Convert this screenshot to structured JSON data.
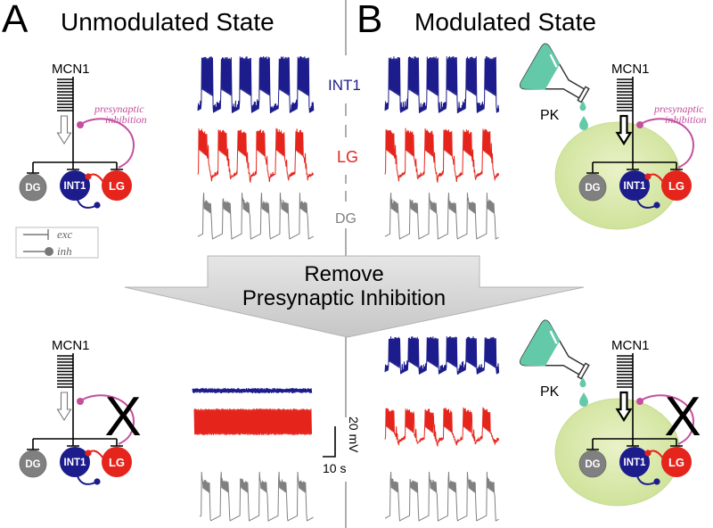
{
  "panels": {
    "a": {
      "letter": "A",
      "title": "Unmodulated State"
    },
    "b": {
      "letter": "B",
      "title": "Modulated State"
    }
  },
  "network": {
    "input": "MCN1",
    "cells": {
      "dg": "DG",
      "int1": "INT1",
      "lg": "LG"
    },
    "presynaptic": [
      "presynaptic",
      "inhibition"
    ],
    "block": "X",
    "modulator": "PK"
  },
  "legend": {
    "exc": "exc",
    "inh": "inh"
  },
  "traces": {
    "int1": "INT1",
    "lg": "LG",
    "dg": "DG"
  },
  "arrow": {
    "line1": "Remove",
    "line2": "Presynaptic Inhibition"
  },
  "scale": {
    "voltage": "20 mV",
    "time": "10 s"
  },
  "colors": {
    "int1": "#1c1c8c",
    "lg": "#e5241c",
    "dg": "#808080",
    "presynaptic": "#c44f9e",
    "modulator_liquid": "#63c9a8",
    "ellipse_center": "#e9f2c8",
    "ellipse_edge": "#cde196"
  }
}
